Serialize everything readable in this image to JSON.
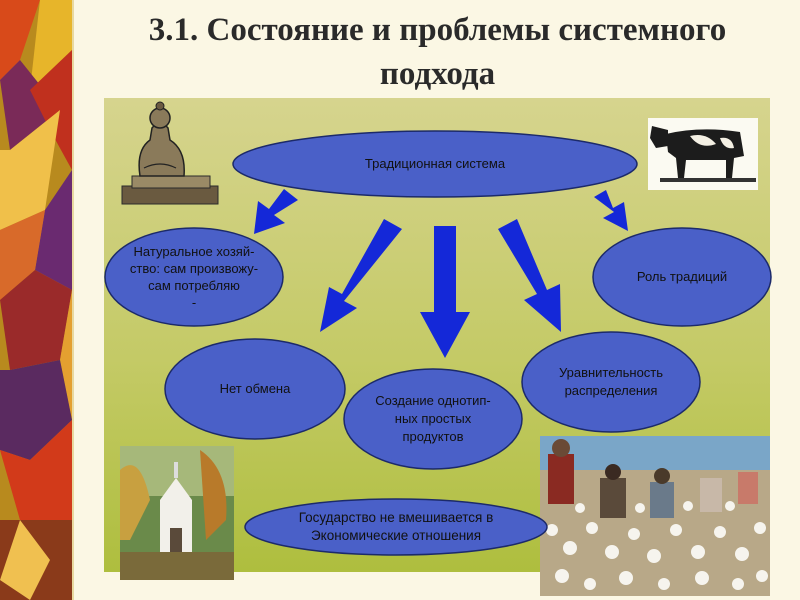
{
  "slide": {
    "title_line1": "3.1. Состояние и проблемы системного",
    "title_line2": "подхода"
  },
  "diagram": {
    "center": "Традиционная система",
    "natural_l1": "Натуральное хозяй-",
    "natural_l2": "ство: сам произвожу-",
    "natural_l3": "сам потребляю",
    "natural_l4": "-",
    "tradition": "Роль традиций",
    "no_exchange": "Нет обмена",
    "products_l1": "Создание однотип-",
    "products_l2": "ных простых",
    "products_l3": "продуктов",
    "equality_l1": "Уравнительность",
    "equality_l2": "распределения",
    "state_l1": "Государство не вмешивается в",
    "state_l2": "Экономические отношения"
  },
  "colors": {
    "oval_fill": "#4a60c8",
    "arrow_fill": "#1428d8",
    "panel_top": "#d4d28a",
    "panel_bottom": "#b0c042"
  }
}
